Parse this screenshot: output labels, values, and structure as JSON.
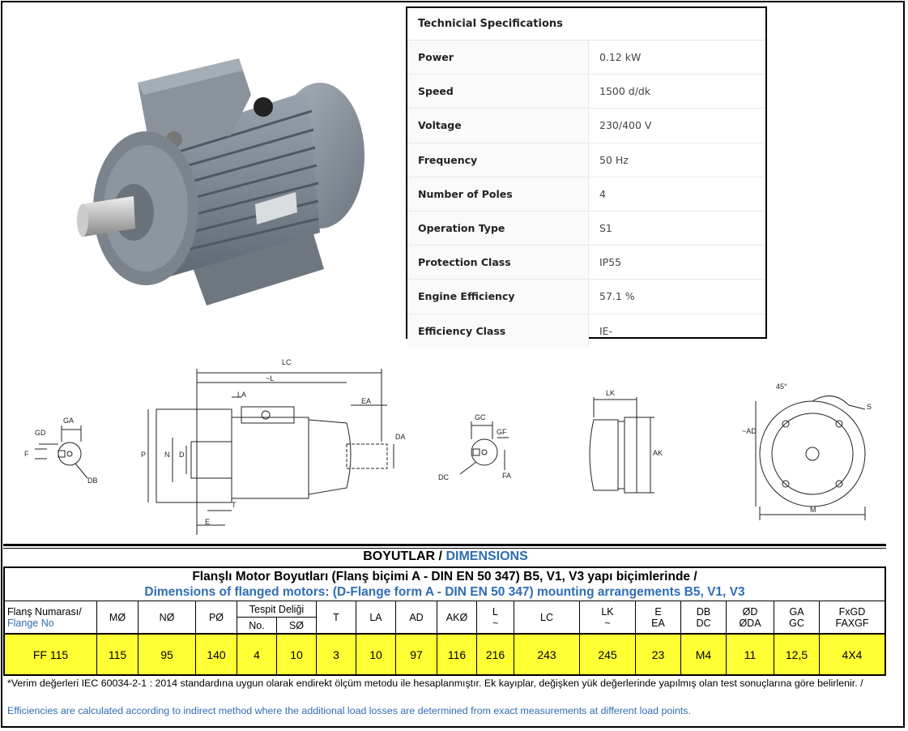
{
  "specs": {
    "title": "Technicial Specifications",
    "rows": [
      {
        "label": "Power",
        "value": "0.12 kW"
      },
      {
        "label": "Speed",
        "value": "1500 d/dk"
      },
      {
        "label": "Voltage",
        "value": "230/400 V"
      },
      {
        "label": "Frequency",
        "value": "50 Hz"
      },
      {
        "label": "Number of Poles",
        "value": "4"
      },
      {
        "label": "Operation Type",
        "value": "S1"
      },
      {
        "label": "Protection Class",
        "value": "IP55"
      },
      {
        "label": "Engine Efficiency",
        "value": "57.1 %"
      },
      {
        "label": "Efficiency Class",
        "value": "IE-"
      }
    ]
  },
  "drawing_labels": {
    "ga": "GA",
    "gd": "GD",
    "f": "F",
    "db": "DB",
    "lc": "LC",
    "l": "~L",
    "la": "LA",
    "ea": "EA",
    "da": "DA",
    "p": "P",
    "n": "N",
    "d": "D",
    "t": "T",
    "e": "E",
    "gc": "GC",
    "gf": "GF",
    "dc": "DC",
    "fa": "FA",
    "lk": "LK",
    "ak": "AK",
    "ad": "~AD",
    "deg": "45°",
    "s": "S",
    "m": "M"
  },
  "dimensions": {
    "heading_tr": "BOYUTLAR",
    "heading_sep": " / ",
    "heading_en": "DIMENSIONS",
    "sub_tr": "Flanşlı Motor Boyutları (Flanş biçimi A - DIN EN 50 347) B5, V1, V3 yapı biçimlerinde /",
    "sub_en": "Dimensions of flanged motors: (D-Flange form A - DIN EN 50 347) mounting arrangements B5, V1, V3",
    "col_flange_tr": "Flanş Numarası/",
    "col_flange_en": "Flange No",
    "col_tespit": "Tespit Deliği",
    "col_no": "No.",
    "col_so": "SØ",
    "headers": {
      "mo": "MØ",
      "no": "NØ",
      "po": "PØ",
      "t": "T",
      "la": "LA",
      "ad": "AD",
      "ako": "AKØ",
      "l1": "L",
      "l2": "~",
      "lc": "LC",
      "lk1": "LK",
      "lk2": "~",
      "e1": "E",
      "e2": "EA",
      "db1": "DB",
      "db2": "DC",
      "od1": "ØD",
      "od2": "ØDA",
      "ga1": "GA",
      "ga2": "GC",
      "fx1": "FxGD",
      "fx2": "FAXGF"
    },
    "values": {
      "flange": "FF 115",
      "mo": "115",
      "no": "95",
      "po": "140",
      "hole_no": "4",
      "so": "10",
      "t": "3",
      "la": "10",
      "ad": "97",
      "ako": "116",
      "l": "216",
      "lc": "243",
      "lk": "245",
      "e": "23",
      "db": "M4",
      "od": "11",
      "ga": "12,5",
      "fx": "4X4"
    },
    "note_tr": "*Verim değerleri IEC 60034-2-1 : 2014 standardına uygun olarak endirekt ölçüm metodu ile hesaplanmıştır. Ek kayıplar, değişken yük değerlerinde yapılmış olan test sonuçlarına göre belirlenir. /",
    "note_en": "Efficiencies are calculated according to indirect method where the additional load losses are determined from exact measurements at different load points."
  }
}
